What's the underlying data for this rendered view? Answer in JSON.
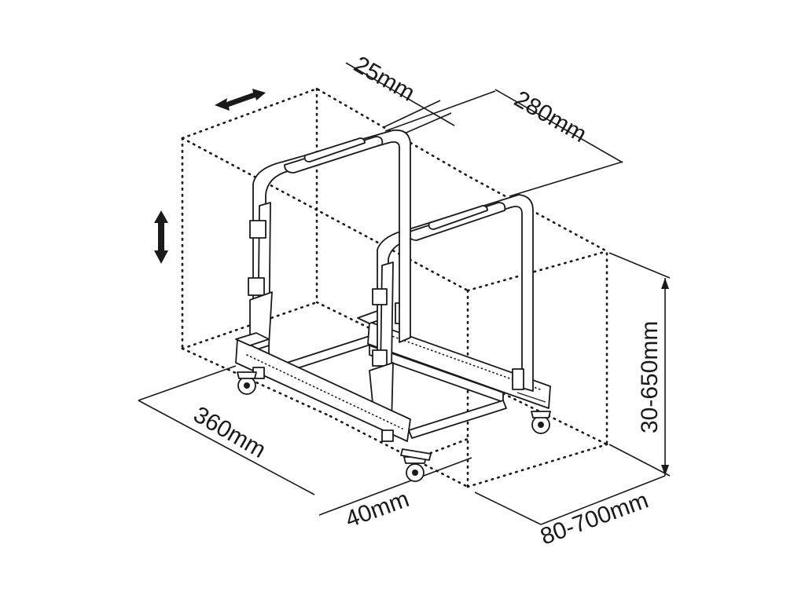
{
  "dimensions": {
    "bar_thickness": "25mm",
    "depth": "280mm",
    "height_range": "30-650mm",
    "width_range": "80-700mm",
    "base_length": "360mm",
    "wheel_offset": "40mm"
  },
  "icons": {
    "horizontal_adjust": "double-arrow-horizontal-icon",
    "vertical_adjust": "double-arrow-vertical-icon"
  },
  "colors": {
    "line": "#1a1a1a",
    "background": "#ffffff"
  }
}
